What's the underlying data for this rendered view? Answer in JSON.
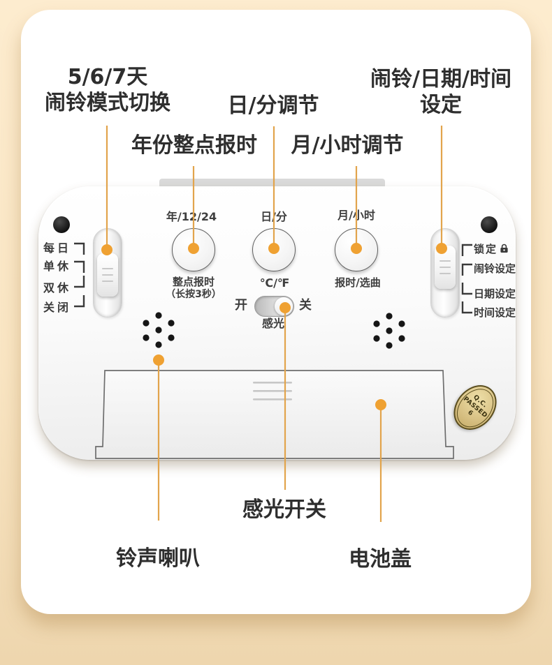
{
  "colors": {
    "accent": "#efa232",
    "leader_line": "#e2a44c",
    "page_bg": "#f9e5c3",
    "card_bg": "#ffffff",
    "text": "#2e2e2e"
  },
  "callouts": {
    "alarm_mode": {
      "line1": "5/6/7天",
      "line2": "闹铃模式切换"
    },
    "year_chime": {
      "text": "年份整点报时"
    },
    "day_minute": {
      "text": "日/分调节"
    },
    "month_hour": {
      "text": "月/小时调节"
    },
    "alarm_date_time": {
      "line1": "闹铃/日期/时间",
      "line2": "设定"
    },
    "light_sensor": {
      "text": "感光开关"
    },
    "speaker": {
      "text": "铃声喇叭"
    },
    "battery_cover": {
      "text": "电池盖"
    }
  },
  "device": {
    "left_switch": {
      "labels": [
        "每日",
        "单休",
        "双休",
        "关闭"
      ]
    },
    "right_switch": {
      "labels": [
        "锁定",
        "闹铃设定",
        "日期设定",
        "时间设定"
      ],
      "lock_icon": "lock-icon"
    },
    "buttons": [
      {
        "top": "年/12/24",
        "line1": "整点报时",
        "line2": "（长按3秒）"
      },
      {
        "top": "日/分",
        "line1": "℃/℉"
      },
      {
        "top": "月/小时",
        "line1": "报时/选曲"
      }
    ],
    "sensor_toggle": {
      "on": "开",
      "off": "关",
      "label": "感光"
    },
    "qc_sticker": {
      "line1": "Q.C.",
      "line2": "PASSED",
      "line3": "6"
    }
  }
}
